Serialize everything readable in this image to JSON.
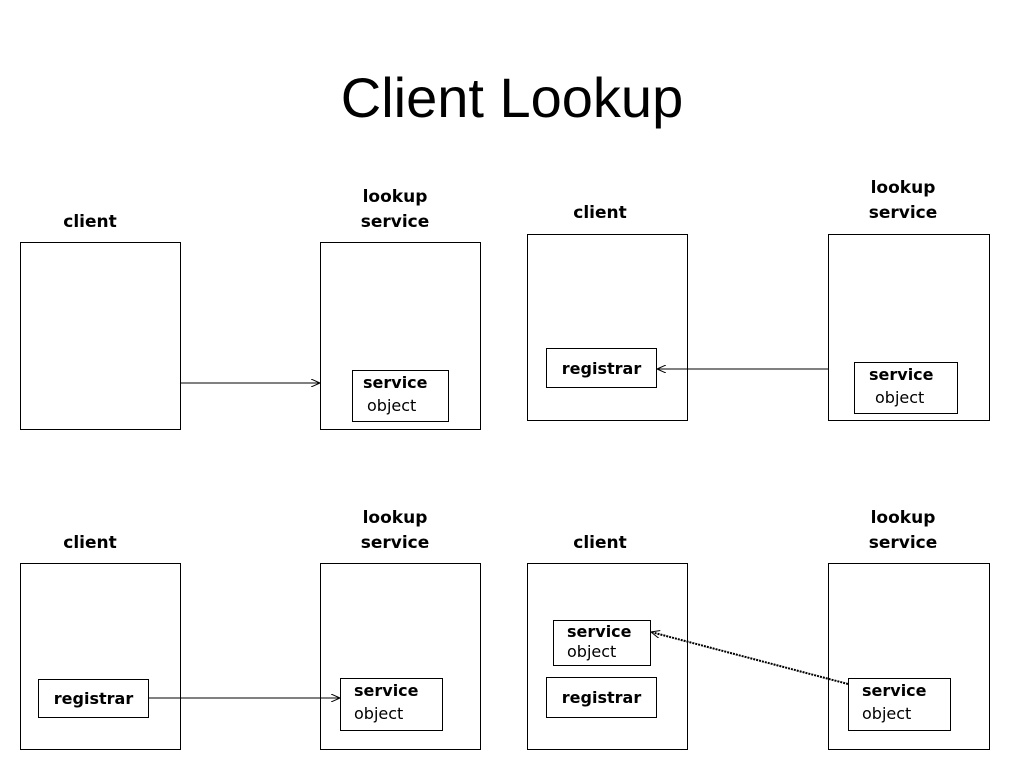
{
  "title": "Client Lookup",
  "panels": [
    {
      "client_label": "client",
      "lookup_label_1": "lookup",
      "lookup_label_2": "service",
      "service_object": {
        "line1": "service",
        "line2": "object"
      }
    },
    {
      "client_label": "client",
      "registrar": "registrar",
      "lookup_label_1": "lookup",
      "lookup_label_2": "service",
      "service_object": {
        "line1": "service",
        "line2": "object"
      }
    },
    {
      "client_label": "client",
      "registrar": "registrar",
      "lookup_label_1": "lookup",
      "lookup_label_2": "service",
      "service_object": {
        "line1": "service",
        "line2": "object"
      }
    },
    {
      "client_label": "client",
      "registrar": "registrar",
      "client_service_object": {
        "line1": "service",
        "line2": "object"
      },
      "lookup_label_1": "lookup",
      "lookup_label_2": "service",
      "service_object": {
        "line1": "service",
        "line2": "object"
      }
    }
  ]
}
